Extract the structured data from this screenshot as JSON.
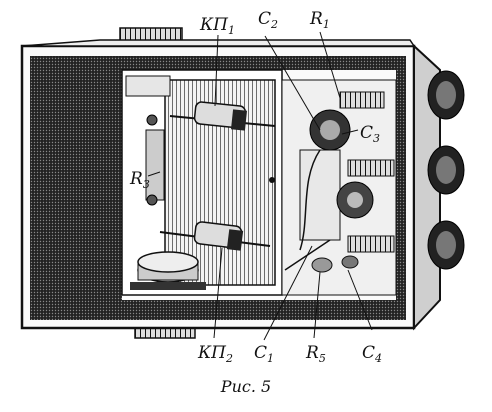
{
  "labels": {
    "kp1": {
      "main": "КП",
      "sub": "1"
    },
    "c2": {
      "main": "C",
      "sub": "2"
    },
    "r1": {
      "main": "R",
      "sub": "1"
    },
    "c3": {
      "main": "C",
      "sub": "3"
    },
    "r3": {
      "main": "R",
      "sub": "3"
    },
    "kp2": {
      "main": "КП",
      "sub": "2"
    },
    "c1": {
      "main": "C",
      "sub": "1"
    },
    "r5": {
      "main": "R",
      "sub": "5"
    },
    "c4": {
      "main": "C",
      "sub": "4"
    }
  },
  "caption": "Рис. 5"
}
